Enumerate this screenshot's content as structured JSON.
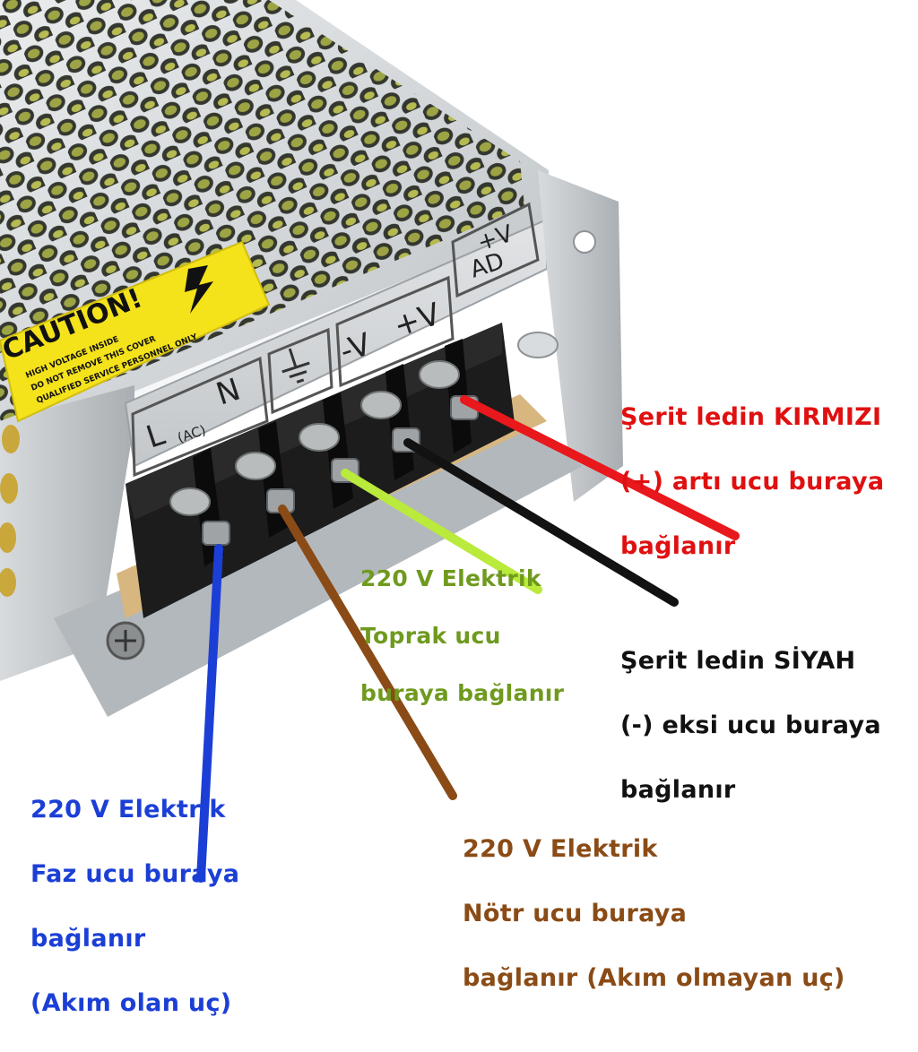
{
  "caution_label": {
    "title": "CAUTION!",
    "lines": [
      "HIGH VOLTAGE INSIDE",
      "DO NOT REMOVE THIS COVER",
      "QUALIFIED SERVICE PERSONNEL ONLY"
    ]
  },
  "terminal_labels": {
    "l": "L",
    "ac": "(AC)",
    "n": "N",
    "minus_v": "-V",
    "plus_v": "+V",
    "adj_v": "+V",
    "adj_ad": "AD"
  },
  "callouts": {
    "red": {
      "line1": "Şerit ledin KIRMIZI",
      "line2": "(+) artı ucu buraya",
      "line3": "bağlanır",
      "color": "#e01010"
    },
    "black": {
      "line1": "Şerit ledin SİYAH",
      "line2": "(-) eksi ucu buraya",
      "line3": "bağlanır",
      "color": "#111111"
    },
    "green": {
      "line1": "220 V Elektrik",
      "line2": "Toprak ucu",
      "line3": "buraya bağlanır",
      "color": "#6f9a1e"
    },
    "blue": {
      "line1": "220 V Elektrik",
      "line2": "Faz ucu buraya",
      "line3": "bağlanır",
      "line4": "(Akım olan uç)",
      "color": "#1b3fd6"
    },
    "brown": {
      "line1": "220 V Elektrik",
      "line2": "Nötr ucu buraya",
      "line3": "bağlanır (Akım olmayan uç)",
      "color": "#8a4b16"
    }
  },
  "icons": {
    "ground": "ground-icon",
    "warning": "high-voltage-icon"
  }
}
